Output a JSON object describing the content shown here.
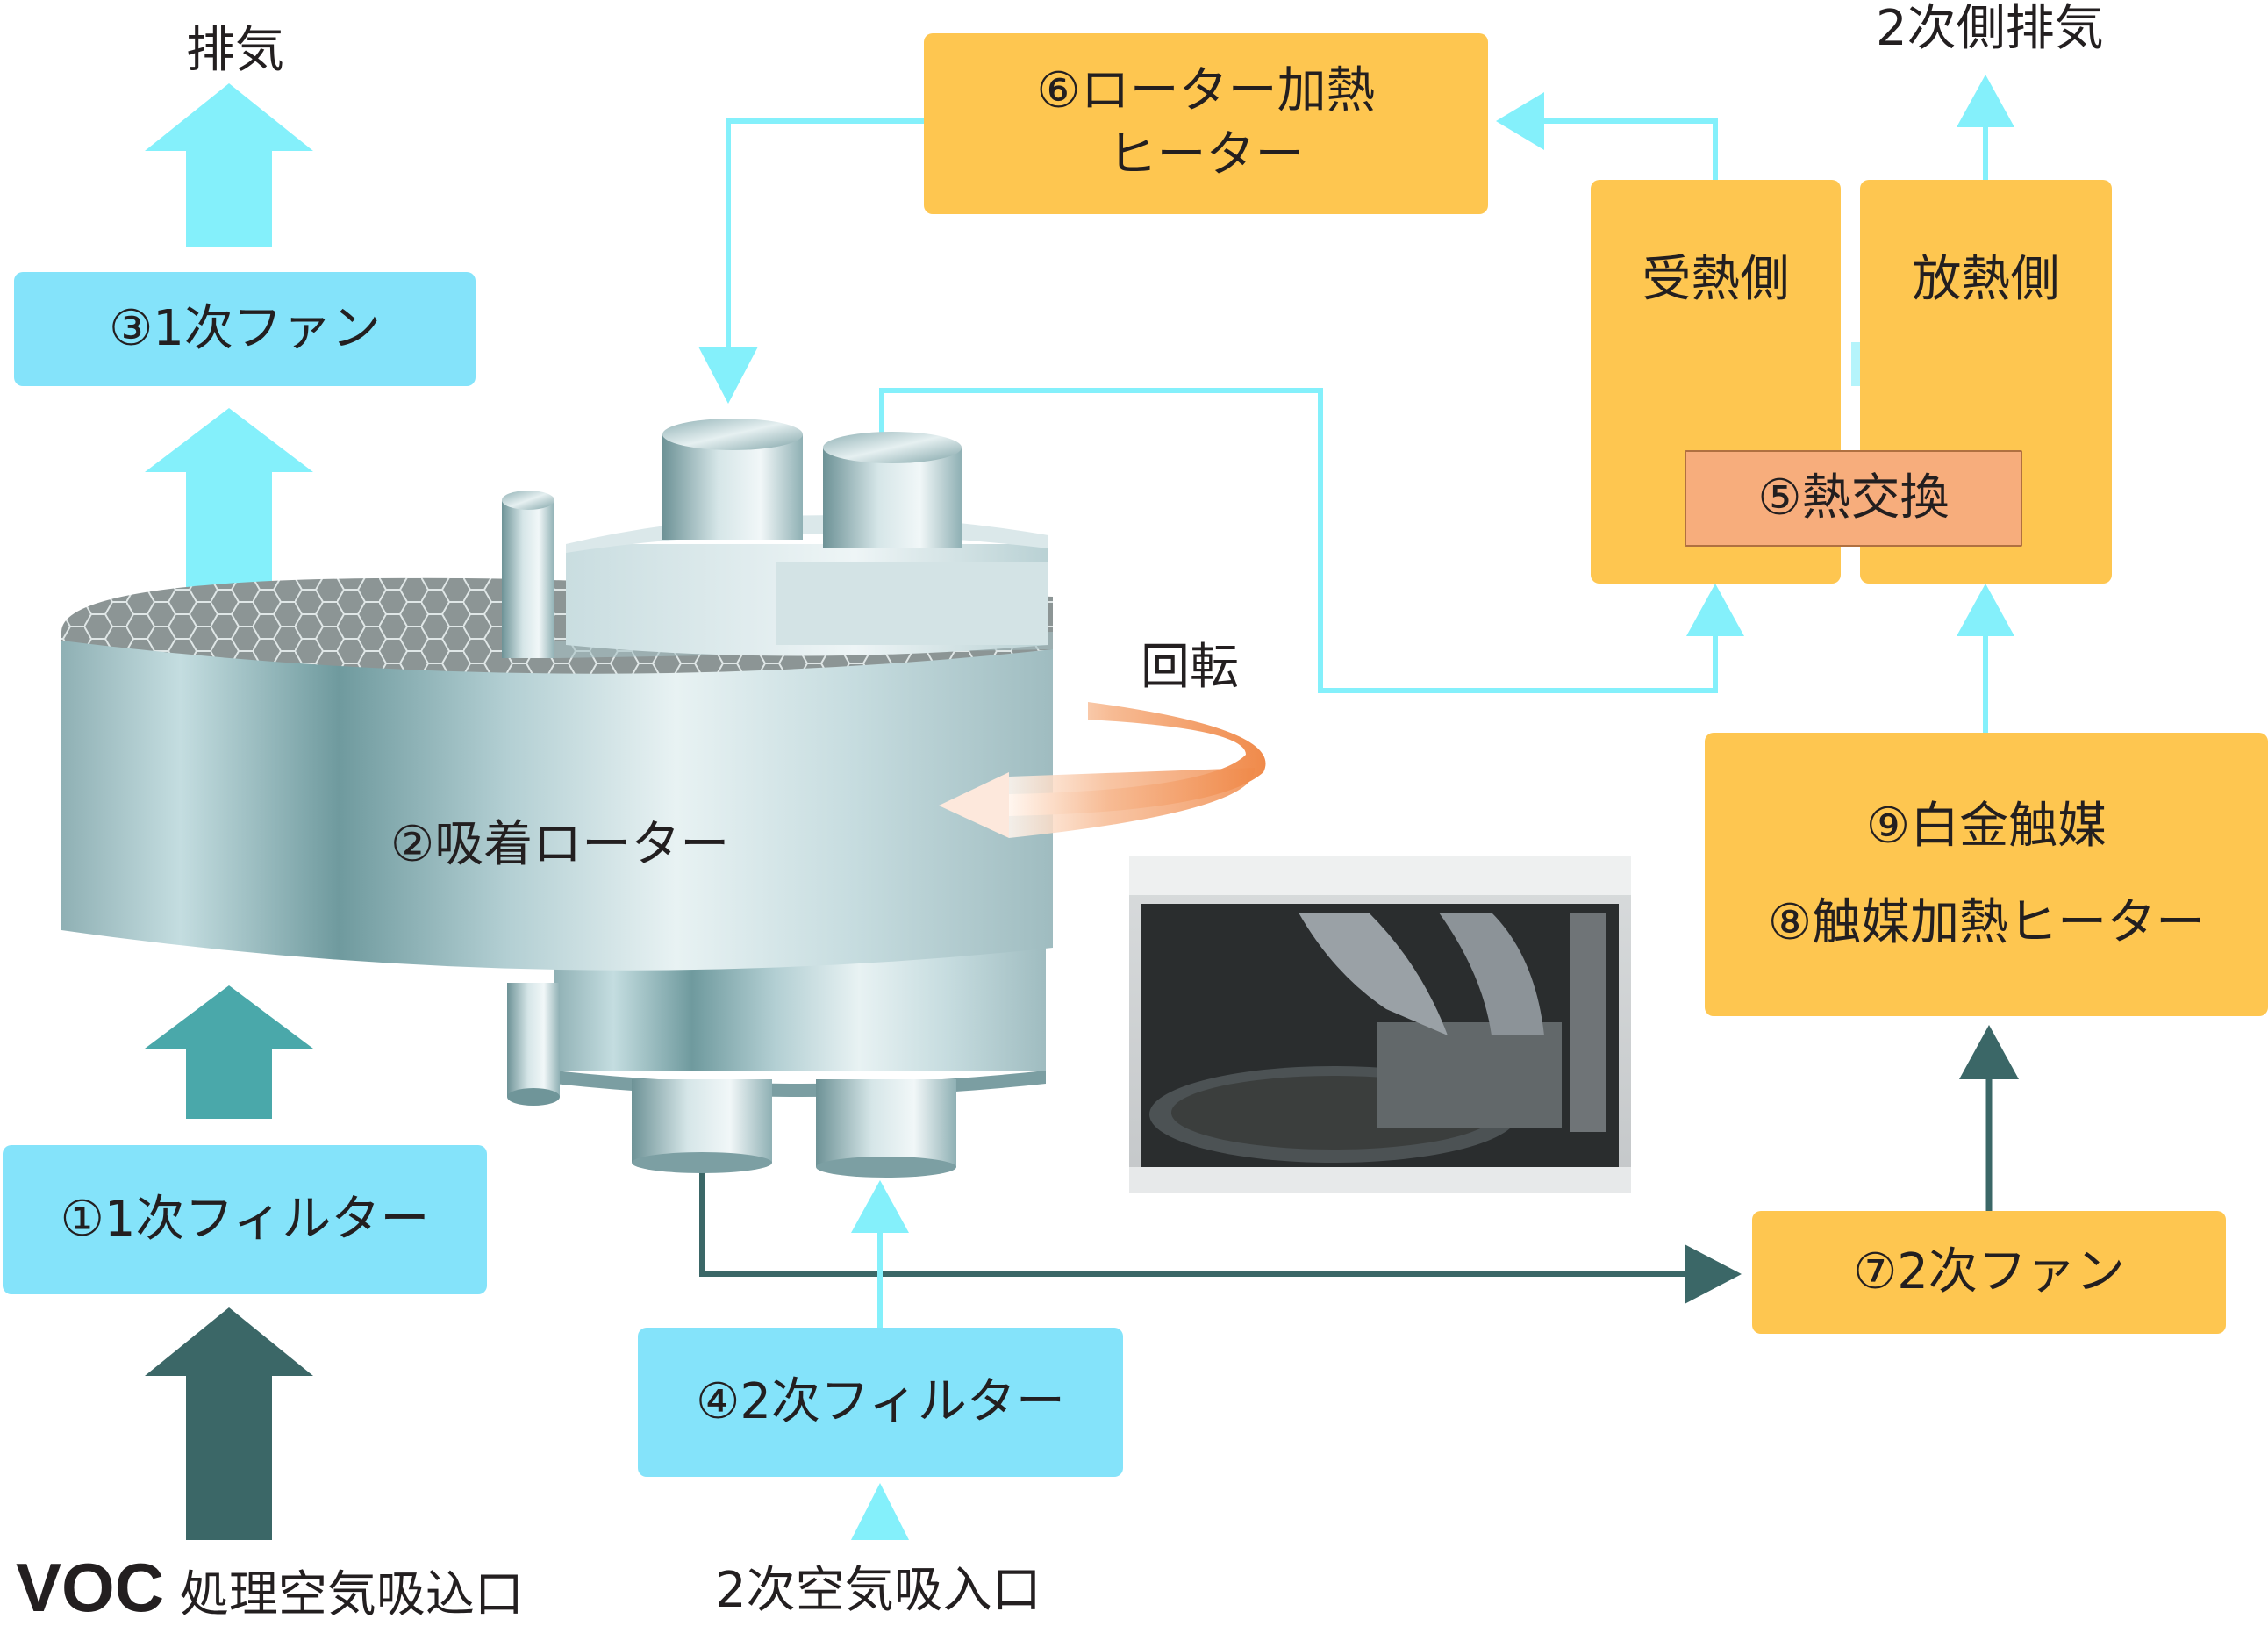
{
  "labels": {
    "exhaust_top_left": "排気",
    "exhaust_secondary": "2次側排気",
    "rotation": "回転",
    "voc_prefix": "VOC",
    "voc_inlet": "処理空気吸込口",
    "secondary_inlet": "2次空気吸入口"
  },
  "boxes": {
    "primary_fan": "③1次ファン",
    "primary_filter": "①1次フィルター",
    "adsorption_rotor": "②吸着ローター",
    "secondary_filter": "④2次フィルター",
    "rotor_heater_line1": "⑥ローター加熱",
    "rotor_heater_line2": "ヒーター",
    "heat_receive_side": "受熱側",
    "heat_release_side": "放熱側",
    "heat_exchange": "⑤熱交換",
    "platinum_catalyst": "⑨白金触媒",
    "catalyst_heater": "⑧触媒加熱ヒーター",
    "secondary_fan": "⑦2次ファン"
  },
  "colors": {
    "light_blue_box": "#84e3fa",
    "orange_box": "#fec650",
    "salmon_box": "#f7ad7c",
    "arrow_light": "#84f0fb",
    "arrow_teal": "#4aa8aa",
    "arrow_dark": "#3b6767"
  }
}
